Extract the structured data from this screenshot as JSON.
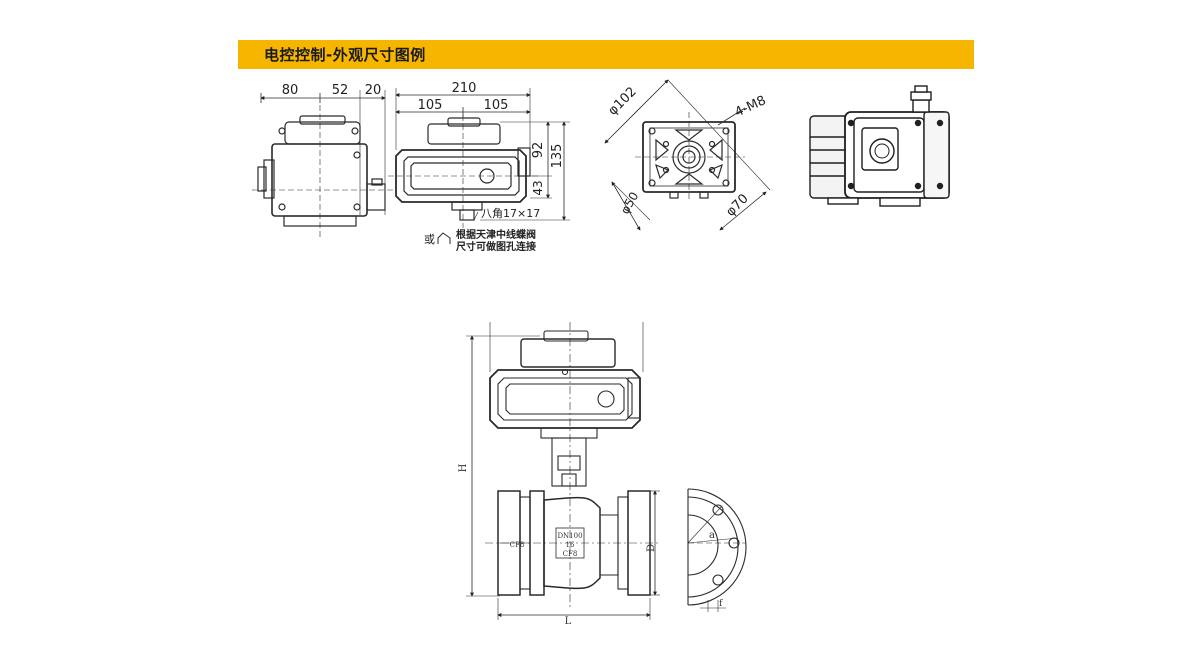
{
  "header": {
    "title": "电控控制-外观尺寸图例"
  },
  "side_view": {
    "dims": [
      "80",
      "52",
      "20"
    ]
  },
  "front_view": {
    "dims_top": [
      "210",
      "105",
      "105"
    ],
    "dims_right": [
      "92",
      "135",
      "43"
    ],
    "shaft_note": "八角17×17",
    "or_label": "或",
    "note_line1": "根据天津中线蝶阀",
    "note_line2": "尺寸可做图孔连接"
  },
  "flange_view": {
    "d_outer": "φ102",
    "d_pcd": "φ50",
    "d_70": "φ70",
    "bolts": "4-M8"
  },
  "valve": {
    "label_h": "H",
    "label_l": "L",
    "label_d": "D",
    "label_a": "a",
    "label_f": "f",
    "body_text": [
      "DN100",
      "16",
      "CF8"
    ],
    "left_mark": "CF8"
  },
  "colors": {
    "accent": "#f6b600",
    "line": "#2a2a2a"
  }
}
